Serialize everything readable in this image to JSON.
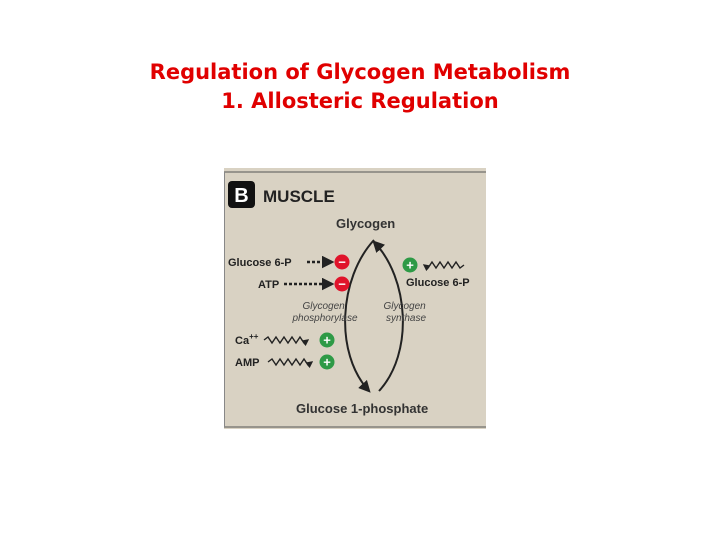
{
  "slide": {
    "title_line1": "Regulation of Glycogen Metabolism",
    "title_line2": "1. Allosteric Regulation"
  },
  "diagram": {
    "panel_letter": "B",
    "panel_title": "MUSCLE",
    "top_metabolite": "Glycogen",
    "bottom_metabolite": "Glucose 1-phosphate",
    "enzyme_left": [
      "Glycogen",
      "phosphorylase"
    ],
    "enzyme_right": [
      "Glycogen",
      "synthase"
    ],
    "inhibitor_1": "Glucose 6-P",
    "inhibitor_2": "ATP",
    "activator_1": "Ca",
    "activator_1_sup": "++",
    "activator_2": "AMP",
    "activator_right": "Glucose 6-P",
    "minus_symbol": "−",
    "plus_symbol": "+",
    "colors": {
      "panel_bg": "#d9d2c3",
      "inhibit": "#e0132a",
      "activate": "#2e9a46",
      "arrow": "#222222",
      "title": "#e00000"
    }
  }
}
